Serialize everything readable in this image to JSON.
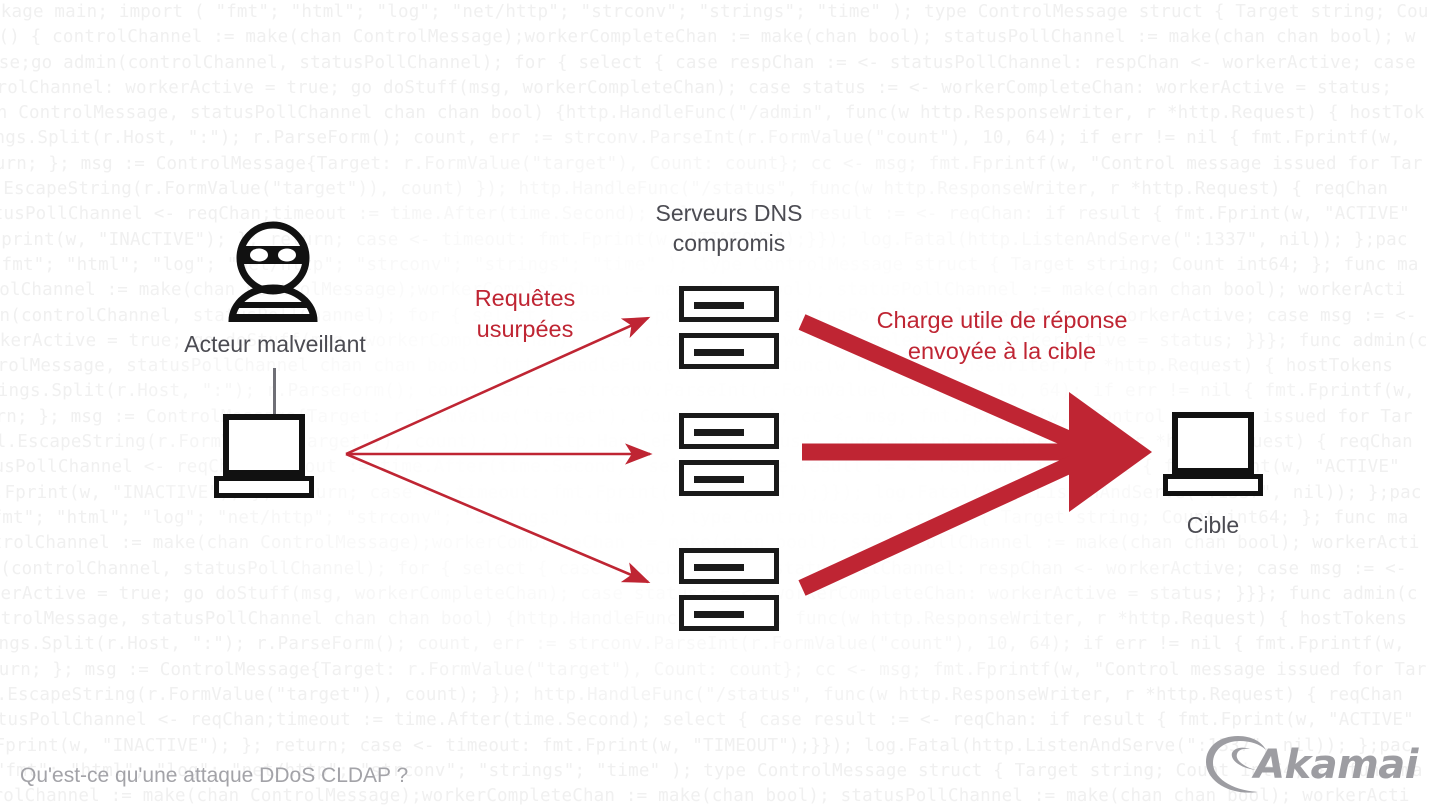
{
  "diagram": {
    "title_caption": "Qu'est-ce qu'une attaque DDoS CLDAP ?",
    "accent_red": "#bf2533",
    "label_gray": "#4b4b52",
    "icon_black": "#1a1a1a",
    "nodes": [
      {
        "id": "attacker",
        "label": "Acteur malveillant",
        "icon": "hacker-icon",
        "device_icon": "laptop-icon"
      },
      {
        "id": "dns-servers",
        "label": "Serveurs DNS\ncompromis",
        "icon": "server-icon",
        "count": 6
      },
      {
        "id": "target",
        "label": "Cible",
        "icon": "laptop-icon"
      }
    ],
    "flows": [
      {
        "id": "spoofed-requests",
        "label": "Requêtes\nusurpées",
        "from": "attacker",
        "to": "dns-servers",
        "style": "thin",
        "color": "#bf2533",
        "count": 3
      },
      {
        "id": "response-payload",
        "label": "Charge utile de réponse\nenvoyée à la cible",
        "from": "dns-servers",
        "to": "target",
        "style": "thick",
        "color": "#bf2533",
        "count": 3
      }
    ]
  },
  "branding": {
    "wordmark": "Akamai",
    "logo_icon": "akamai-swoosh-icon",
    "color": "#9d9da2"
  },
  "background": {
    "kind": "code-wall",
    "language": "Go",
    "color": "#f0f0f0",
    "lines": [
      "ckage main; import ( \"fmt\"; \"html\"; \"log\"; \"net/http\"; \"strconv\"; \"strings\"; \"time\" ); type ControlMessage struct { Target string; Cou",
      "in() { controlChannel := make(chan ControlMessage);workerCompleteChan := make(chan bool); statusPollChannel := make(chan chan bool); w",
      "lse;go admin(controlChannel, statusPollChannel); for { select { case respChan := <- statusPollChannel: respChan <- workerActive; case",
      "ntrolChannel: workerActive = true; go doStuff(msg, workerCompleteChan); case status := <- workerCompleteChan: workerActive = status;",
      "an ControlMessage, statusPollChannel chan chan bool) {http.HandleFunc(\"/admin\", func(w http.ResponseWriter, r *http.Request) { hostTok",
      "rings.Split(r.Host, \":\"); r.ParseForm(); count, err := strconv.ParseInt(r.FormValue(\"count\"), 10, 64); if err != nil { fmt.Fprintf(w,",
      "turn; }; msg := ControlMessage{Target: r.FormValue(\"target\"), Count: count}; cc <- msg; fmt.Fprintf(w, \"Control message issued for Tar",
      "ml.EscapeString(r.FormValue(\"target\")), count) }); http.HandleFunc(\"/status\", func(w http.ResponseWriter, r *http.Request) { reqChan",
      "atusPollChannel <- reqChan;timeout := time.After(time.Second); select { case result := <- reqChan: if result { fmt.Fprint(w, \"ACTIVE\"",
      "t.Fprint(w, \"INACTIVE\"); }; return; case <- timeout: fmt.Fprint(w, \"TIMEOUT\");}}); log.Fatal(http.ListenAndServe(\":1337\", nil)); };pac",
      " \"fmt\"; \"html\"; \"log\"; \"net/http\"; \"strconv\"; \"strings\"; \"time\" ); type ControlMessage struct { Target string; Count int64; }; func ma",
      "ntrolChannel := make(chan ControlMessage);workerCompleteChan := make(chan bool); statusPollChannel := make(chan chan bool); workerActi",
      "min(controlChannel, statusPollChannel); for { select { case respChan := <- statusPollChannel: respChan <- workerActive; case msg := <-",
      "rkerActive = true; go doStuff(msg, workerCompleteChan); case status := <- workerCompleteChan: workerActive = status; }}}; func admin(c",
      "ntrolMessage, statusPollChannel chan chan bool) {http.HandleFunc(\"/admin\", func(w http.ResponseWriter, r *http.Request) { hostTokens",
      "rings.Split(r.Host, \":\"); r.ParseForm(); count, err := strconv.ParseInt(r.FormValue(\"count\"), 10, 64); if err != nil { fmt.Fprintf(w,",
      "turn; }; msg := ControlMessage{Target: r.FormValue(\"target\"), Count: count}; cc <- msg; fmt.Fprintf(w, \"Control message issued for Tar",
      "ml.EscapeString(r.FormValue(\"target\")), count); }); http.HandleFunc(\"/status\", func(w http.ResponseWriter, r *http.Request) { reqChan",
      "atusPollChannel <- reqChan;timeout := time.After(time.Second); select { case result := <- reqChan: if result { fmt.Fprint(w, \"ACTIVE\"",
      "t.Fprint(w, \"INACTIVE\"); }; return; case <- timeout: fmt.Fprint(w, \"TIMEOUT\");}}); log.Fatal(http.ListenAndServe(\":1337\", nil)); };pac",
      " \"fmt\"; \"html\"; \"log\"; \"net/http\"; \"strconv\"; \"strings\"; \"time\" ); type ControlMessage struct { Target string; Count int64; }; func ma",
      "ntrolChannel := make(chan ControlMessage);workerCompleteChan := make(chan bool); statusPollChannel := make(chan chan bool); workerActi",
      "min(controlChannel, statusPollChannel); for { select { case respChan := <- statusPollChannel: respChan <- workerActive; case msg := <-",
      "rkerActive = true; go doStuff(msg, workerCompleteChan); case status := <- workerCompleteChan: workerActive = status; }}}; func admin(c",
      "ntrolMessage, statusPollChannel chan chan bool) {http.HandleFunc(\"/admin\", func(w http.ResponseWriter, r *http.Request) { hostTokens",
      "rings.Split(r.Host, \":\"); r.ParseForm(); count, err := strconv.ParseInt(r.FormValue(\"count\"), 10, 64); if err != nil { fmt.Fprintf(w,",
      "turn; }; msg := ControlMessage{Target: r.FormValue(\"target\"), Count: count}; cc <- msg; fmt.Fprintf(w, \"Control message issued for Tar",
      "ml.EscapeString(r.FormValue(\"target\")), count); }); http.HandleFunc(\"/status\", func(w http.ResponseWriter, r *http.Request) { reqChan",
      "atusPollChannel <- reqChan;timeout := time.After(time.Second); select { case result := <- reqChan: if result { fmt.Fprint(w, \"ACTIVE\"",
      "t.Fprint(w, \"INACTIVE\"); }; return; case <- timeout: fmt.Fprint(w, \"TIMEOUT\");}}); log.Fatal(http.ListenAndServe(\":1337\", nil)); };pac",
      " \"fmt\"; \"html\"; \"log\"; \"net/http\"; \"strconv\"; \"strings\"; \"time\" ); type ControlMessage struct { Target string; Count int64; }; func ma",
      "ntrolChannel := make(chan ControlMessage);workerCompleteChan := make(chan bool); statusPollChannel := make(chan chan bool); workerActi"
    ]
  }
}
